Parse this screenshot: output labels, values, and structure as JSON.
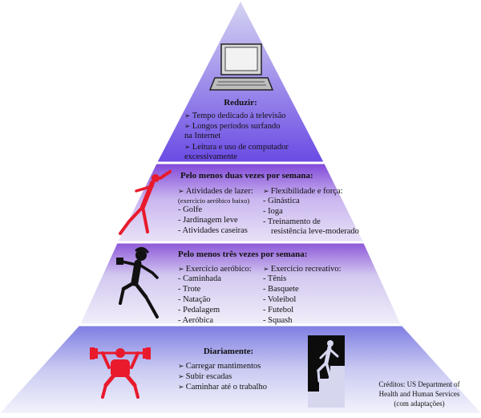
{
  "tier1": {
    "title": "Reduzir:",
    "items": [
      "Tempo dedicado à televisão",
      "Longos períodos surfando",
      "na Internet",
      "Leitura e uso de computador",
      "excessivamente"
    ]
  },
  "tier2": {
    "title": "Pelo menos duas vezes por semana:",
    "left_heading": "Atividades de lazer:",
    "left_note": "(exercício aeróbico baixo)",
    "left_items": [
      "- Golfe",
      "- Jardinagem leve",
      "- Atividades caseiras"
    ],
    "right_heading": "Flexibilidade e força:",
    "right_items": [
      "- Ginástica",
      "- Ioga",
      "- Treinamento de",
      "resistência leve-moderado"
    ]
  },
  "tier3": {
    "title": "Pelo menos três vezes por semana:",
    "left_heading": "Exercício aeróbico:",
    "left_items": [
      "- Caminhada",
      "- Trote",
      "- Natação",
      "- Pedalagem",
      "- Aeróbica"
    ],
    "right_heading": "Exercício recreativo:",
    "right_items": [
      "- Tênis",
      "- Basquete",
      "- Voleibol",
      "- Futebol",
      "- Squash"
    ]
  },
  "tier4": {
    "title": "Diariamente:",
    "items": [
      "Carregar mantimentos",
      "Subir escadas",
      "Caminhar até o trabalho"
    ]
  },
  "credits": [
    "Créditos: US Department of",
    "Health and Human Services",
    "(com adaptações)"
  ],
  "icons": {
    "tier1": "laptop-icon",
    "tier2": "stretching-figure-icon",
    "tier3": "dumbbell-runner-icon",
    "tier4a": "weightlifter-icon",
    "tier4b": "stair-climber-icon"
  },
  "colors": {
    "apex": "#c8c8ef",
    "base": "#6b4fe6",
    "band": "#5a2ab0",
    "tier4": "#8f8ee8",
    "figure_red": "#e81a2c",
    "figure_black": "#111111"
  }
}
